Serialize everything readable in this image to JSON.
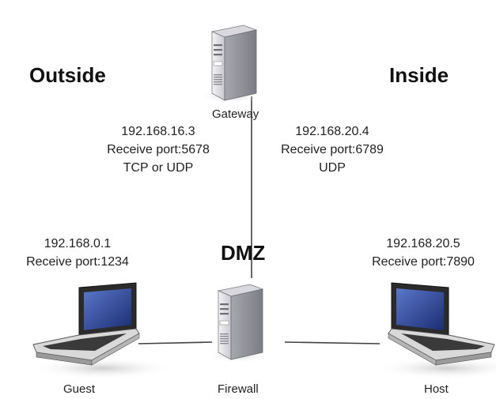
{
  "regions": {
    "outside": "Outside",
    "inside": "Inside",
    "dmz": "DMZ"
  },
  "nodes": {
    "gateway": {
      "name": "Gateway",
      "icon": "server-icon"
    },
    "firewall": {
      "name": "Firewall",
      "icon": "server-icon"
    },
    "guest": {
      "name": "Guest",
      "icon": "laptop-icon"
    },
    "host": {
      "name": "Host",
      "icon": "laptop-icon"
    }
  },
  "labels": {
    "gateway_outside": {
      "ip": "192.168.16.3",
      "port": "Receive port:5678",
      "proto": "TCP or UDP"
    },
    "gateway_inside": {
      "ip": "192.168.20.4",
      "port": "Receive port:6789",
      "proto": "UDP"
    },
    "guest": {
      "ip": "192.168.0.1",
      "port": "Receive port:1234"
    },
    "host": {
      "ip": "192.168.20.5",
      "port": "Receive port:7890"
    }
  },
  "colors": {
    "line": "#404040",
    "server_light": "#e8e8ec",
    "server_dark": "#9a9aa2",
    "laptop_screen": "#2a3f8f"
  }
}
